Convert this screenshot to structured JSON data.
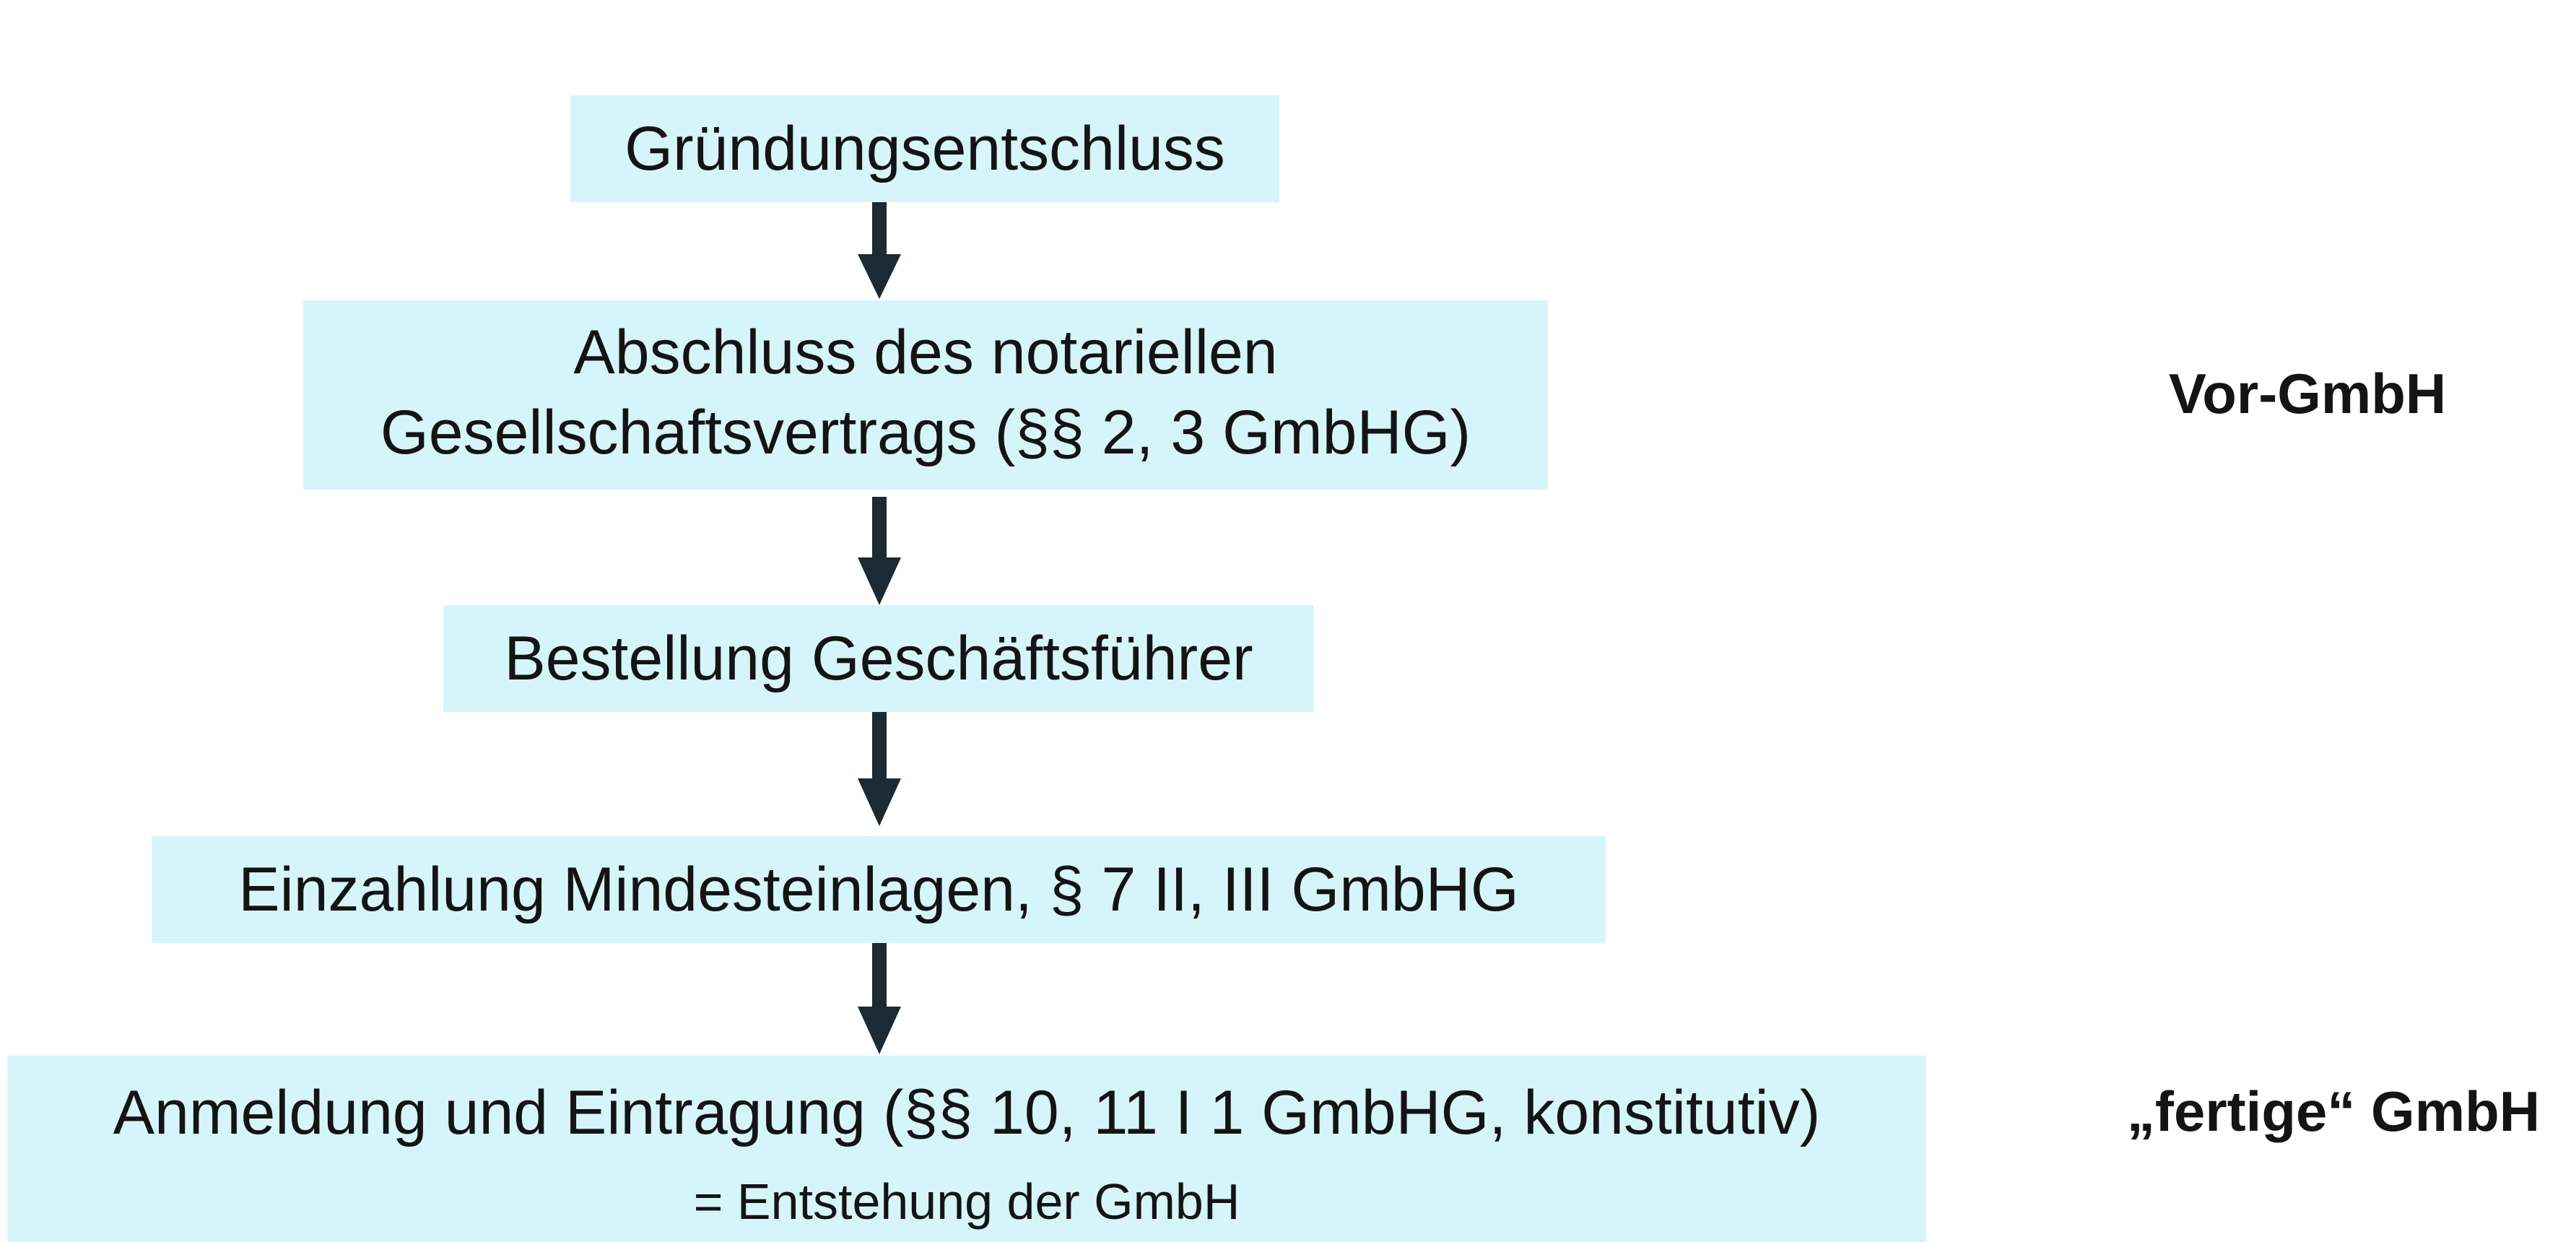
{
  "colors": {
    "box_fill": "#d6f5fb",
    "arrow": "#1b2a33",
    "text": "#141414"
  },
  "steps": [
    {
      "label": "Gründungsentschluss"
    },
    {
      "label_line1": "Abschluss des notariellen",
      "label_line2": "Gesellschaftsvertrags (§§ 2, 3 GmbHG)"
    },
    {
      "label": "Bestellung Geschäftsführer"
    },
    {
      "label": "Einzahlung Mindesteinlagen, § 7 II, III GmbHG"
    },
    {
      "label": "Anmeldung und Eintragung (§§ 10, 11 I 1 GmbHG, konstitutiv)",
      "sublabel": "= Entstehung der GmbH"
    }
  ],
  "side_labels": {
    "vor_gmbh": "Vor-GmbH",
    "fertige_gmbh": "„fertige“ GmbH"
  }
}
